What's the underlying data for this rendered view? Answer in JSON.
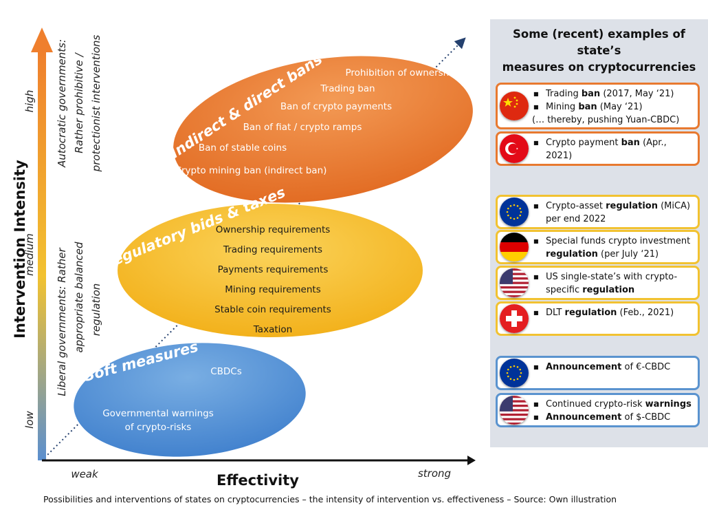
{
  "y_axis": {
    "title": "Intervention Intensity",
    "levels": {
      "low": "low",
      "medium": "medium",
      "high": "high"
    },
    "note_top_line1": "Autocratic governments:",
    "note_top_line2": "Rather prohibitive /",
    "note_top_line3": "protectionist interventions",
    "note_bottom_line1": "Liberal governments: Rather",
    "note_bottom_line2": "appropriate balanced",
    "note_bottom_line3": "regulation"
  },
  "x_axis": {
    "title": "Effectivity",
    "weak": "weak",
    "strong": "strong"
  },
  "clusters": {
    "bans": {
      "title": "Indirect & direct bans",
      "items": [
        "Prohibition of ownership",
        "Trading ban",
        "Ban of crypto payments",
        "Ban of fiat / crypto ramps",
        "Ban of stable coins",
        "Crypto mining ban (indirect ban)"
      ]
    },
    "regulatory": {
      "title": "Regulatory bids & taxes",
      "items": [
        "Ownership requirements",
        "Trading requirements",
        "Payments requirements",
        "Mining requirements",
        "Stable coin requirements",
        "Taxation"
      ]
    },
    "soft": {
      "title": "Soft measures",
      "items": [
        "CBDCs",
        "Governmental warnings",
        "of crypto-risks"
      ]
    }
  },
  "panel": {
    "title_line1": "Some (recent) examples of state’s",
    "title_line2": "measures on cryptocurrencies",
    "examples": [
      {
        "flag": "china-flag-icon",
        "b1_pre": "Trading ",
        "b1_bold": "ban",
        "b1_post": " (2017, May ‘21)",
        "b2_pre": "Mining ",
        "b2_bold": "ban",
        "b2_post": " (May ‘21)",
        "extra": "(… thereby, pushing Yuan-CBDC)"
      },
      {
        "flag": "turkey-flag-icon",
        "b1_pre": "Crypto payment ",
        "b1_bold": "ban",
        "b1_post": " (Apr., 2021)"
      },
      {
        "flag": "eu-flag-icon",
        "b1_pre": "Crypto-asset ",
        "b1_bold": "regulation",
        "b1_post": " (MiCA)",
        "cont": "per end 2022"
      },
      {
        "flag": "germany-flag-icon",
        "b1_pre": "Special funds crypto investment",
        "cont_bold": "regulation",
        "cont_post": " (per July ‘21)"
      },
      {
        "flag": "usa-flag-icon",
        "b1_pre": "US single-state’s with crypto-",
        "cont_pre": "specific ",
        "cont_bold": "regulation"
      },
      {
        "flag": "switzerland-flag-icon",
        "b1_pre": "DLT ",
        "b1_bold": "regulation",
        "b1_post": " (Feb., 2021)"
      },
      {
        "flag": "eu-flag-icon",
        "b1_bold": "Announcement",
        "b1_post": " of €-CBDC"
      },
      {
        "flag": "usa-flag-icon",
        "b1_pre": "Continued crypto-risk ",
        "b1_bold": "warnings",
        "b2_bold": "Announcement",
        "b2_post": " of $-CBDC"
      }
    ]
  },
  "caption": "Possibilities and interventions of states on cryptocurrencies – the intensity of intervention vs. effectiveness – Source: Own illustration",
  "colors": {
    "orange": "#e8792f",
    "yellow": "#f2c230",
    "blue": "#5a93cf",
    "panel_bg": "#dde1e8"
  }
}
